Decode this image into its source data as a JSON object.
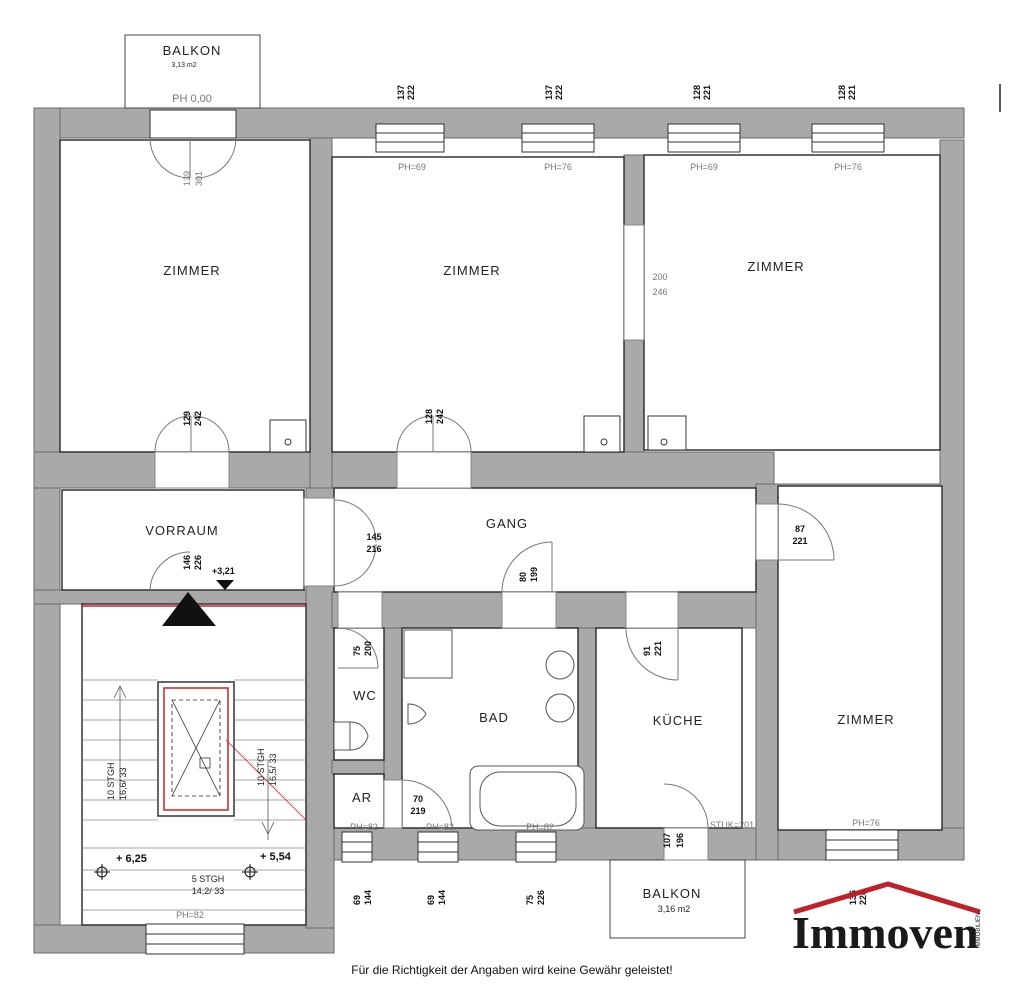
{
  "rooms": {
    "zimmer1": "ZIMMER",
    "zimmer2": "ZIMMER",
    "zimmer3": "ZIMMER",
    "zimmer4": "ZIMMER",
    "vorraum": "VORRAUM",
    "gang": "GANG",
    "wc": "WC",
    "bad": "BAD",
    "kueche": "KÜCHE",
    "ar": "AR"
  },
  "balkon_top": {
    "label": "BALKON",
    "area": "3,13 m2",
    "ph": "PH 0,00"
  },
  "balkon_bottom": {
    "label": "BALKON",
    "area": "3,16 m2"
  },
  "window_dims": {
    "w1": [
      "137",
      "222"
    ],
    "w2": [
      "137",
      "222"
    ],
    "w3": [
      "128",
      "221"
    ],
    "w4": [
      "128",
      "221"
    ],
    "b1": [
      "69",
      "144"
    ],
    "b2": [
      "69",
      "144"
    ],
    "b3": [
      "75",
      "226"
    ],
    "b4": [
      "136",
      "226"
    ]
  },
  "parapet_heights": {
    "ph1": "PH=69",
    "ph2": "PH=76",
    "ph3": "PH=69",
    "ph4": "PH=76",
    "ph_ar": "PH=82",
    "ph_bad": "PH=82",
    "ph_bad2": "PH=82",
    "ph_zimmer4": "PH=76",
    "ph_stairs": "PH=82",
    "stuk": "STUK=201"
  },
  "door_dims": {
    "balkon_door": [
      "139",
      "301"
    ],
    "zimmer1_door": [
      "129",
      "242"
    ],
    "zimmer2_door": [
      "128",
      "242"
    ],
    "opening_z2_z3": [
      "200",
      "246"
    ],
    "vorraum_door": [
      "146",
      "226"
    ],
    "gang_door": [
      "145",
      "216"
    ],
    "bad_door": [
      "80",
      "199"
    ],
    "wc_door": [
      "75",
      "200"
    ],
    "ar_door": [
      "70",
      "219"
    ],
    "kueche_door": [
      "91",
      "221"
    ],
    "zimmer4_door": [
      "87",
      "221"
    ],
    "balkon2_door": [
      "107",
      "196"
    ]
  },
  "levels": {
    "entry": "+3,21",
    "stair_upper": "+ 6,25",
    "stair_landing": "+ 5,54"
  },
  "stairs": {
    "left": [
      "10 STGH",
      "16,6/ 33"
    ],
    "right": [
      "10 STGH",
      "16,5/ 33"
    ],
    "bottom": [
      "5 STGH",
      "14,2/ 33"
    ]
  },
  "logo": {
    "text": "Immoven",
    "small": "IMMOBILIEN"
  },
  "disclaimer": "Für die Richtigkeit der Angaben wird keine Gewähr geleistet!",
  "colors": {
    "wall": "#a9a9a9",
    "wall_stroke": "#6a6a6a",
    "logo_roof": "#c0202a",
    "stair_red": "#d02020"
  }
}
